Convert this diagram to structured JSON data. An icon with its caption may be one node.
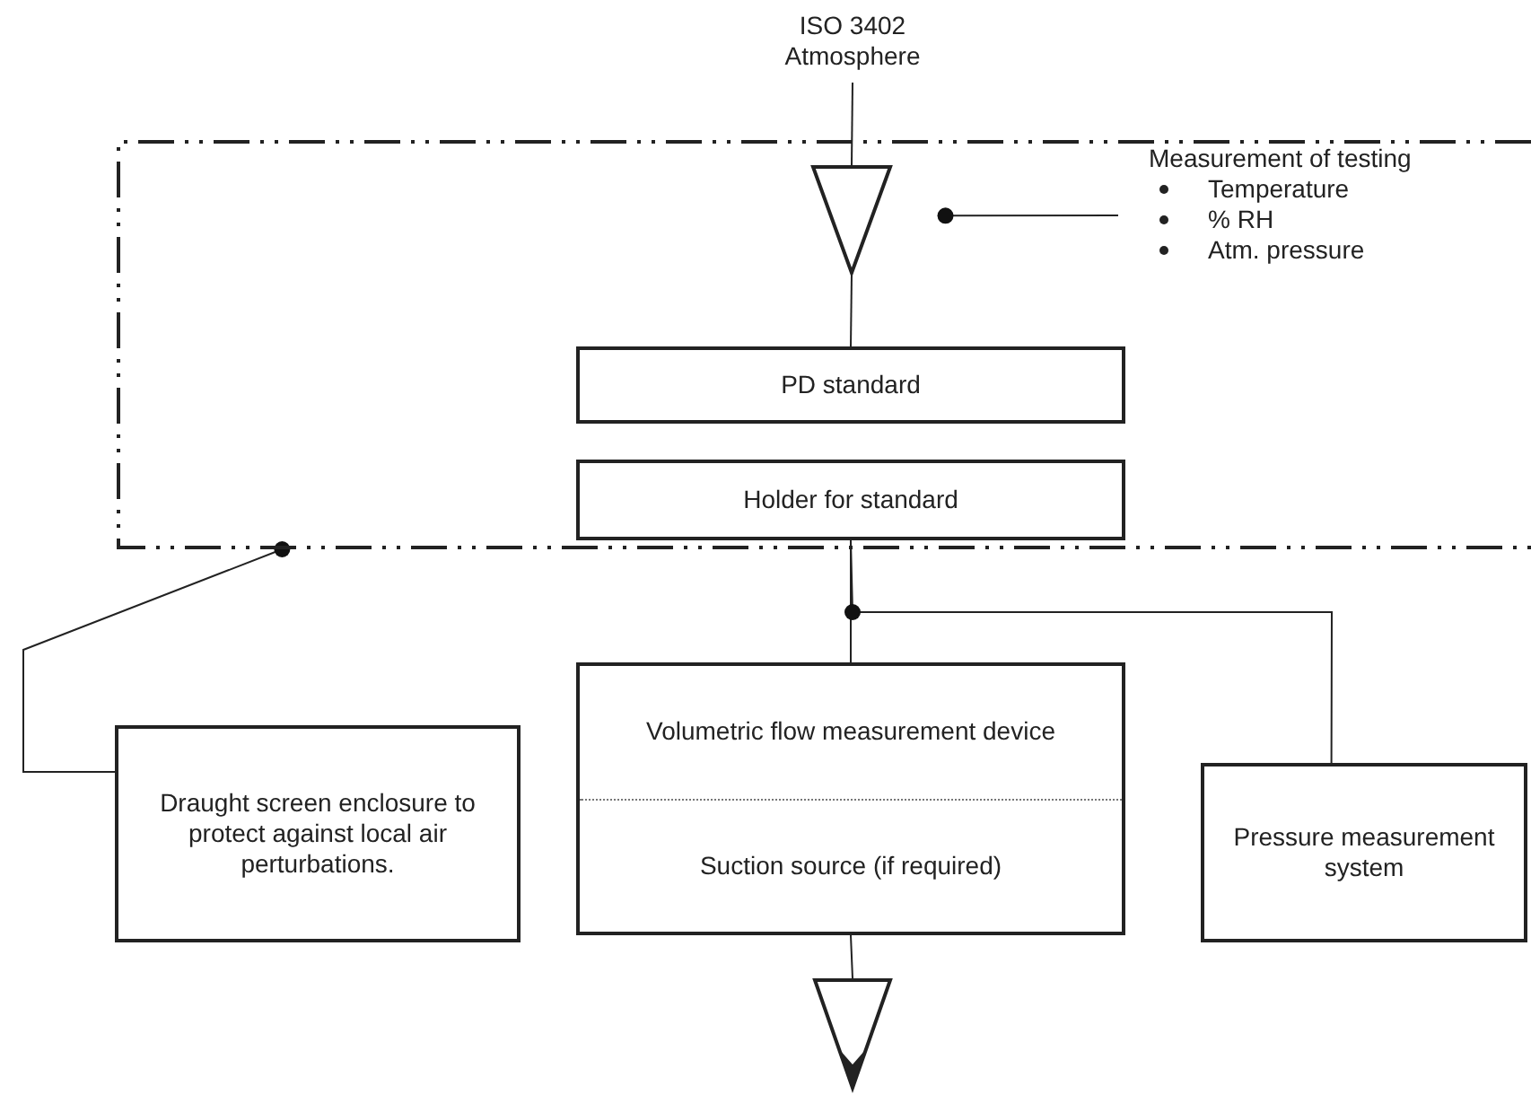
{
  "diagram": {
    "nodes": [
      {
        "text": [
          "ISO 3402 Atmosphere"
        ]
      },
      {
        "text": [],
        "shape": "box"
      },
      {
        "text": [],
        "shape": "triangle",
        "in": 1
      },
      {
        "text": [
          "Measurement of testing",
          "Temperature",
          "% RH",
          "Atm. pressure"
        ],
        "in": 1
      },
      {
        "text": [
          "PD standard"
        ],
        "in": 1
      },
      {
        "text": [
          "Holder for standard"
        ],
        "in": 1
      },
      {
        "text": [
          "Volumetric flow measurement device",
          "Suction source (if required)"
        ]
      },
      {
        "text": [
          "Draught screen enclosure to protect against local air perturbations."
        ]
      },
      {
        "text": [
          "Pressure measurement system"
        ]
      },
      {
        "text": [],
        "shape": "triangle"
      }
    ],
    "edges": [
      {
        "from": 0,
        "to": 2,
        "arrow": "none"
      },
      {
        "from": 2,
        "to": 4,
        "arrow": "none"
      },
      {
        "from": 5,
        "to": 6,
        "arrow": "none"
      },
      {
        "from": 5,
        "to": 8,
        "arrow": "none"
      },
      {
        "from": 3,
        "to": 1,
        "arrow": "other"
      },
      {
        "from": 7,
        "to": 1,
        "arrow": "other"
      },
      {
        "from": 6,
        "to": 9,
        "arrow": "none"
      }
    ]
  }
}
